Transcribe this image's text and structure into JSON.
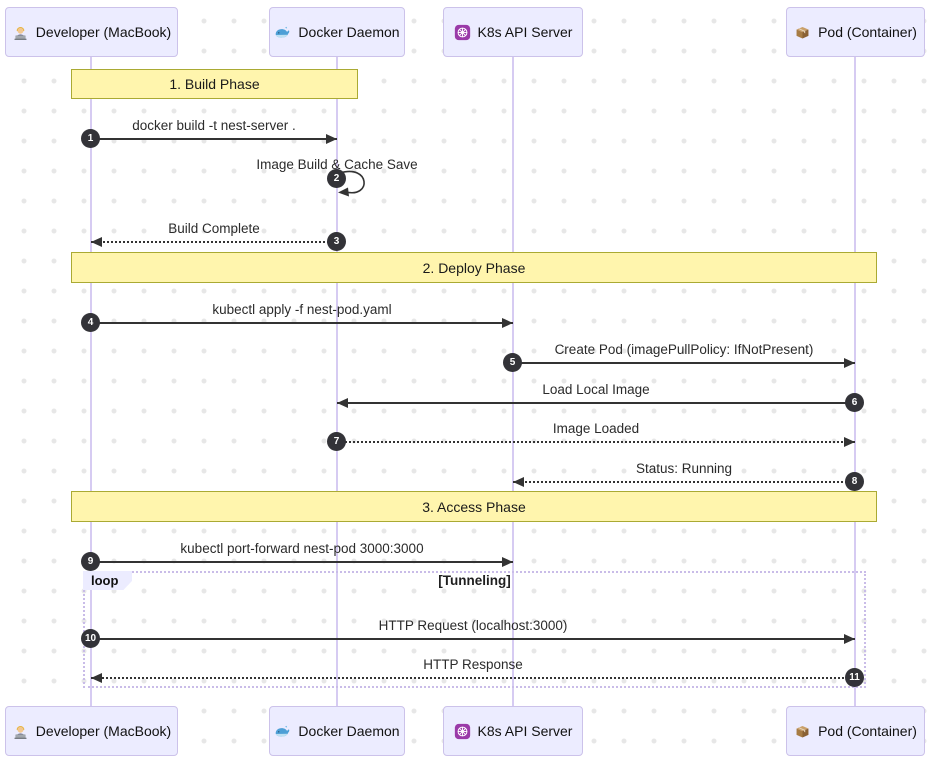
{
  "diagram_type": "sequence-diagram",
  "colors": {
    "actor_fill": "#ECECFF",
    "actor_border": "#CCC2EA",
    "note_fill": "#FFF5AD",
    "note_border": "#AAAA33",
    "lifeline": "#D6CBF2",
    "arrow": "#333333",
    "badge_fill": "#333338",
    "loop_border": "#C9BCE8",
    "background_dot": "#E7E7E7"
  },
  "participants": [
    {
      "label": "Developer (MacBook)",
      "icon": "technologist-icon"
    },
    {
      "label": "Docker Daemon",
      "icon": "whale-icon"
    },
    {
      "label": "K8s API Server",
      "icon": "kubernetes-wheel-icon"
    },
    {
      "label": "Pod (Container)",
      "icon": "package-icon"
    }
  ],
  "phases": [
    {
      "label": "1. Build Phase",
      "spans": [
        "Developer (MacBook)",
        "Docker Daemon"
      ]
    },
    {
      "label": "2. Deploy Phase",
      "spans": [
        "Developer (MacBook)",
        "Pod (Container)"
      ]
    },
    {
      "label": "3. Access Phase",
      "spans": [
        "Developer (MacBook)",
        "Pod (Container)"
      ]
    }
  ],
  "messages": [
    {
      "num": "1",
      "label": "docker build -t nest-server .",
      "from": "Developer (MacBook)",
      "to": "Docker Daemon",
      "style": "solid"
    },
    {
      "num": "2",
      "label": "Image Build & Cache Save",
      "from": "Docker Daemon",
      "to": "Docker Daemon",
      "style": "self-loop"
    },
    {
      "num": "3",
      "label": "Build Complete",
      "from": "Docker Daemon",
      "to": "Developer (MacBook)",
      "style": "dashed"
    },
    {
      "num": "4",
      "label": "kubectl apply -f nest-pod.yaml",
      "from": "Developer (MacBook)",
      "to": "K8s API Server",
      "style": "solid"
    },
    {
      "num": "5",
      "label": "Create Pod (imagePullPolicy: IfNotPresent)",
      "from": "K8s API Server",
      "to": "Pod (Container)",
      "style": "solid"
    },
    {
      "num": "6",
      "label": "Load Local Image",
      "from": "Pod (Container)",
      "to": "Docker Daemon",
      "style": "solid"
    },
    {
      "num": "7",
      "label": "Image Loaded",
      "from": "Docker Daemon",
      "to": "Pod (Container)",
      "style": "dashed"
    },
    {
      "num": "8",
      "label": "Status: Running",
      "from": "Pod (Container)",
      "to": "K8s API Server",
      "style": "dashed"
    },
    {
      "num": "9",
      "label": "kubectl port-forward nest-pod 3000:3000",
      "from": "Developer (MacBook)",
      "to": "K8s API Server",
      "style": "solid"
    },
    {
      "num": "10",
      "label": "HTTP Request (localhost:3000)",
      "from": "Developer (MacBook)",
      "to": "Pod (Container)",
      "style": "solid"
    },
    {
      "num": "11",
      "label": "HTTP Response",
      "from": "Pod (Container)",
      "to": "Developer (MacBook)",
      "style": "dashed"
    }
  ],
  "loop": {
    "title": "loop",
    "condition": "[Tunneling]"
  }
}
